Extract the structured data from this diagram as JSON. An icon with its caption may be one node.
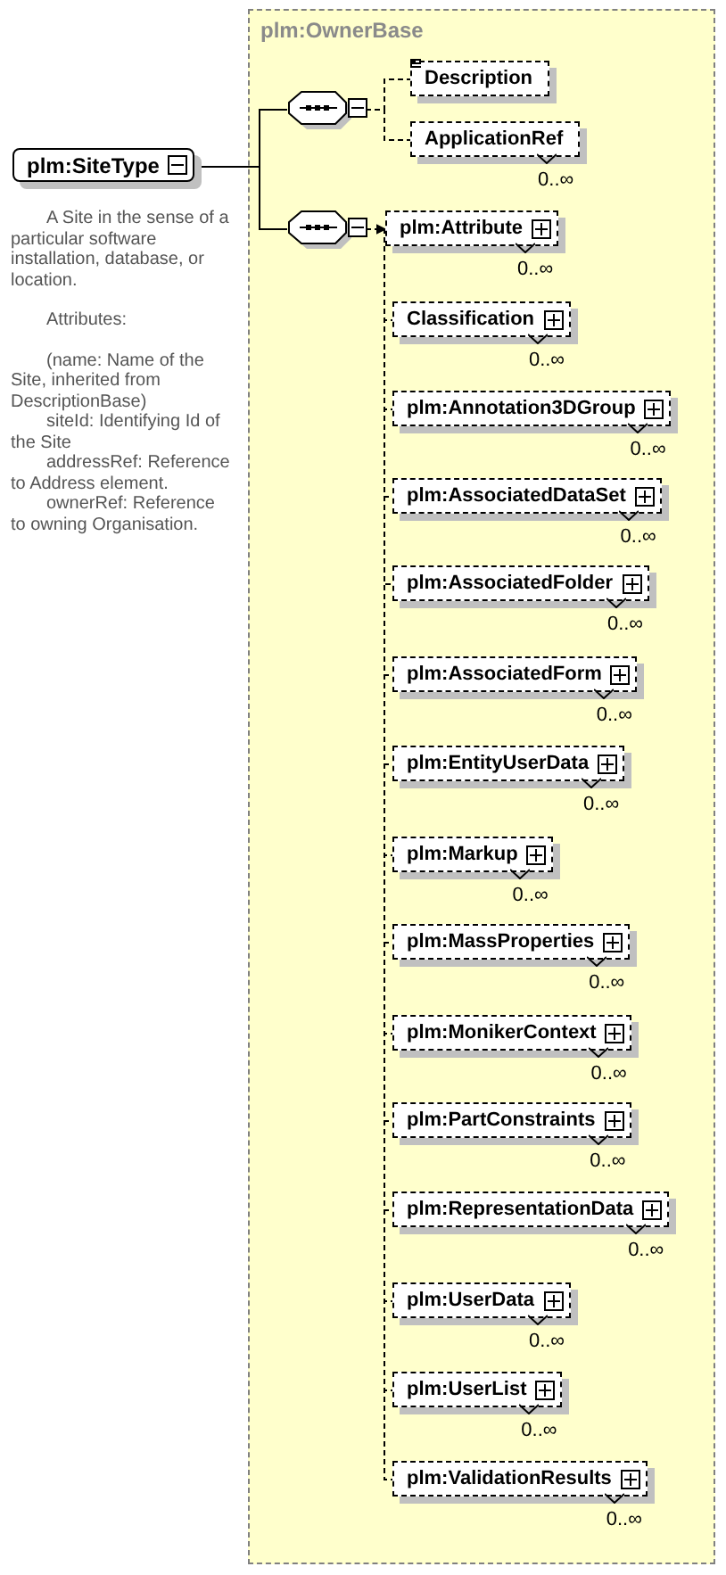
{
  "diagram": {
    "nodes": [
      {
        "text": [
          "plm:SiteType"
        ],
        "beside": [
          "A Site in the sense of a particular software installation, database, or location.",
          "Attributes:",
          "(name: Name of the Site, inherited from DescriptionBase)",
          "siteId: Identifying Id of the Site",
          "addressRef: Reference to Address element.",
          "ownerRef: Reference to owning Organisation."
        ]
      },
      {
        "text": [
          "plm:OwnerBase"
        ]
      },
      {
        "text": [],
        "shape": "octagon",
        "in": 1
      },
      {
        "text": [
          "Description"
        ],
        "in": 1
      },
      {
        "text": [
          "ApplicationRef"
        ],
        "in": 1,
        "beside": [
          "0..∞"
        ]
      },
      {
        "text": [],
        "shape": "octagon",
        "in": 1
      },
      {
        "text": [
          "plm:Attribute"
        ],
        "in": 1,
        "beside": [
          "0..∞"
        ]
      },
      {
        "text": [
          "Classification"
        ],
        "in": 1,
        "beside": [
          "0..∞"
        ]
      },
      {
        "text": [
          "plm:Annotation3DGroup"
        ],
        "in": 1,
        "beside": [
          "0..∞"
        ]
      },
      {
        "text": [
          "plm:AssociatedDataSet"
        ],
        "in": 1,
        "beside": [
          "0..∞"
        ]
      },
      {
        "text": [
          "plm:AssociatedFolder"
        ],
        "in": 1,
        "beside": [
          "0..∞"
        ]
      },
      {
        "text": [
          "plm:AssociatedForm"
        ],
        "in": 1,
        "beside": [
          "0..∞"
        ]
      },
      {
        "text": [
          "plm:EntityUserData"
        ],
        "in": 1,
        "beside": [
          "0..∞"
        ]
      },
      {
        "text": [
          "plm:Markup"
        ],
        "in": 1,
        "beside": [
          "0..∞"
        ]
      },
      {
        "text": [
          "plm:MassProperties"
        ],
        "in": 1,
        "beside": [
          "0..∞"
        ]
      },
      {
        "text": [
          "plm:MonikerContext"
        ],
        "in": 1,
        "beside": [
          "0..∞"
        ]
      },
      {
        "text": [
          "plm:PartConstraints"
        ],
        "in": 1,
        "beside": [
          "0..∞"
        ]
      },
      {
        "text": [
          "plm:RepresentationData"
        ],
        "in": 1,
        "beside": [
          "0..∞"
        ]
      },
      {
        "text": [
          "plm:UserData"
        ],
        "in": 1,
        "beside": [
          "0..∞"
        ]
      },
      {
        "text": [
          "plm:UserList"
        ],
        "in": 1,
        "beside": [
          "0..∞"
        ]
      },
      {
        "text": [
          "plm:ValidationResults"
        ],
        "in": 1,
        "beside": [
          "0..∞"
        ]
      }
    ],
    "edges": [
      {
        "from": 0,
        "to": 2,
        "arrow": "none"
      },
      {
        "from": 0,
        "to": 5,
        "arrow": "none"
      },
      {
        "from": 2,
        "to": 3,
        "arrow": "none",
        "style": "dashed"
      },
      {
        "from": 2,
        "to": 4,
        "arrow": "none",
        "style": "dashed"
      },
      {
        "from": 5,
        "to": 6,
        "arrow": "to",
        "style": "dashed"
      },
      {
        "from": 5,
        "to": 7,
        "arrow": "none",
        "style": "dashed"
      },
      {
        "from": 5,
        "to": 8,
        "arrow": "none",
        "style": "dashed"
      },
      {
        "from": 5,
        "to": 9,
        "arrow": "none",
        "style": "dashed"
      },
      {
        "from": 5,
        "to": 10,
        "arrow": "none",
        "style": "dashed"
      },
      {
        "from": 5,
        "to": 11,
        "arrow": "none",
        "style": "dashed"
      },
      {
        "from": 5,
        "to": 12,
        "arrow": "none",
        "style": "dashed"
      },
      {
        "from": 5,
        "to": 13,
        "arrow": "none",
        "style": "dashed"
      },
      {
        "from": 5,
        "to": 14,
        "arrow": "none",
        "style": "dashed"
      },
      {
        "from": 5,
        "to": 15,
        "arrow": "none",
        "style": "dashed"
      },
      {
        "from": 5,
        "to": 16,
        "arrow": "none",
        "style": "dashed"
      },
      {
        "from": 5,
        "to": 17,
        "arrow": "none",
        "style": "dashed"
      },
      {
        "from": 5,
        "to": 18,
        "arrow": "none",
        "style": "dashed"
      },
      {
        "from": 5,
        "to": 19,
        "arrow": "none",
        "style": "dashed"
      },
      {
        "from": 5,
        "to": 20,
        "arrow": "none",
        "style": "dashed"
      }
    ]
  }
}
